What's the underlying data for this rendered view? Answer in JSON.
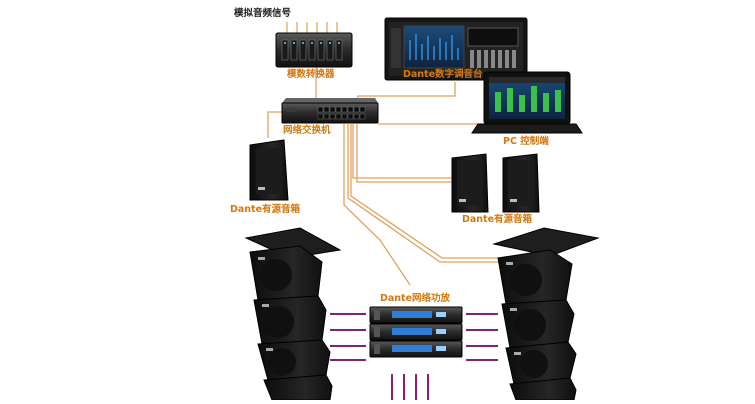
{
  "labels": {
    "analog_signal": "模拟音频信号",
    "converter": "模数转换器",
    "console": "Dante数字调音台",
    "switch": "网络交换机",
    "pc": "PC 控制端",
    "speaker_left": "Dante有源音箱",
    "speaker_right": "Dante有源音箱",
    "amplifier": "Dante网络功放"
  },
  "colors": {
    "cable_orange": "#e3a15a",
    "label_orange": "#d4780e",
    "audio_purple": "#8a1f6e",
    "device_black": "#161616"
  }
}
